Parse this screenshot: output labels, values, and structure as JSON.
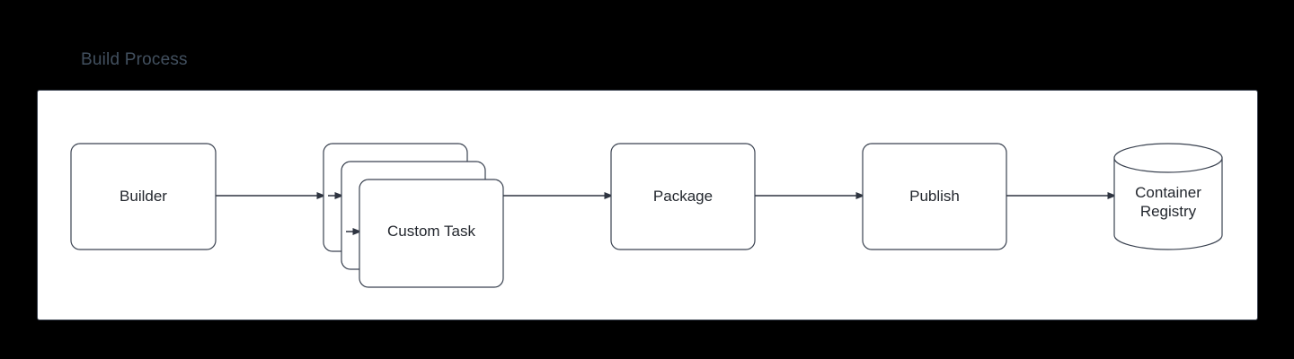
{
  "diagram": {
    "title": "Build Process",
    "title_color": "#42505f",
    "background_color": "#000000",
    "surface_color": "#ffffff",
    "stroke_color": "#3a4250",
    "text_color": "#23272e",
    "nodes": [
      {
        "id": "builder",
        "label": "Builder",
        "shape": "rounded-rect"
      },
      {
        "id": "custom",
        "label": "Custom Task",
        "shape": "stacked-rounded-rect",
        "stack_count": 3
      },
      {
        "id": "package",
        "label": "Package",
        "shape": "rounded-rect"
      },
      {
        "id": "publish",
        "label": "Publish",
        "shape": "rounded-rect"
      },
      {
        "id": "registry",
        "label": "Container\nRegistry",
        "shape": "cylinder"
      }
    ],
    "edges": [
      {
        "from": "builder",
        "to": "custom",
        "arrow": "open-arrow"
      },
      {
        "from": "custom",
        "to": "package",
        "arrow": "open-arrow"
      },
      {
        "from": "package",
        "to": "publish",
        "arrow": "open-arrow"
      },
      {
        "from": "publish",
        "to": "registry",
        "arrow": "open-arrow"
      }
    ]
  }
}
